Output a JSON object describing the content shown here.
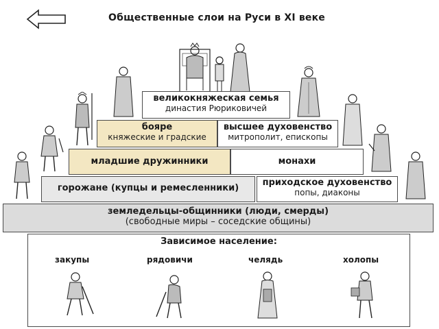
{
  "title": "Общественные слои на Руси в XI веке",
  "tiers": {
    "grand_family": {
      "line1": "великокняжеская семья",
      "line2": "династия Рюриковичей"
    },
    "boyars": {
      "line1": "бояре",
      "line2": "княжеские и градские"
    },
    "high_clergy": {
      "line1": "высшее духовенство",
      "line2": "митрополит,  епископы"
    },
    "junior_guard": {
      "line1": "младшие дружинники"
    },
    "monks": {
      "line1": "монахи"
    },
    "townspeople": {
      "line1": "горожане (купцы и ремесленники)"
    },
    "parish_clergy": {
      "line1": "приходское духовенство",
      "line2": "попы,  диаконы"
    },
    "farmers": {
      "line1": "земледельцы-общинники (люди, смерды)",
      "line2": "(свободные миры – соседские общины)"
    },
    "dependent": {
      "heading": "Зависимое население:",
      "groups": [
        "закупы",
        "рядовичи",
        "челядь",
        "холопы"
      ]
    }
  }
}
